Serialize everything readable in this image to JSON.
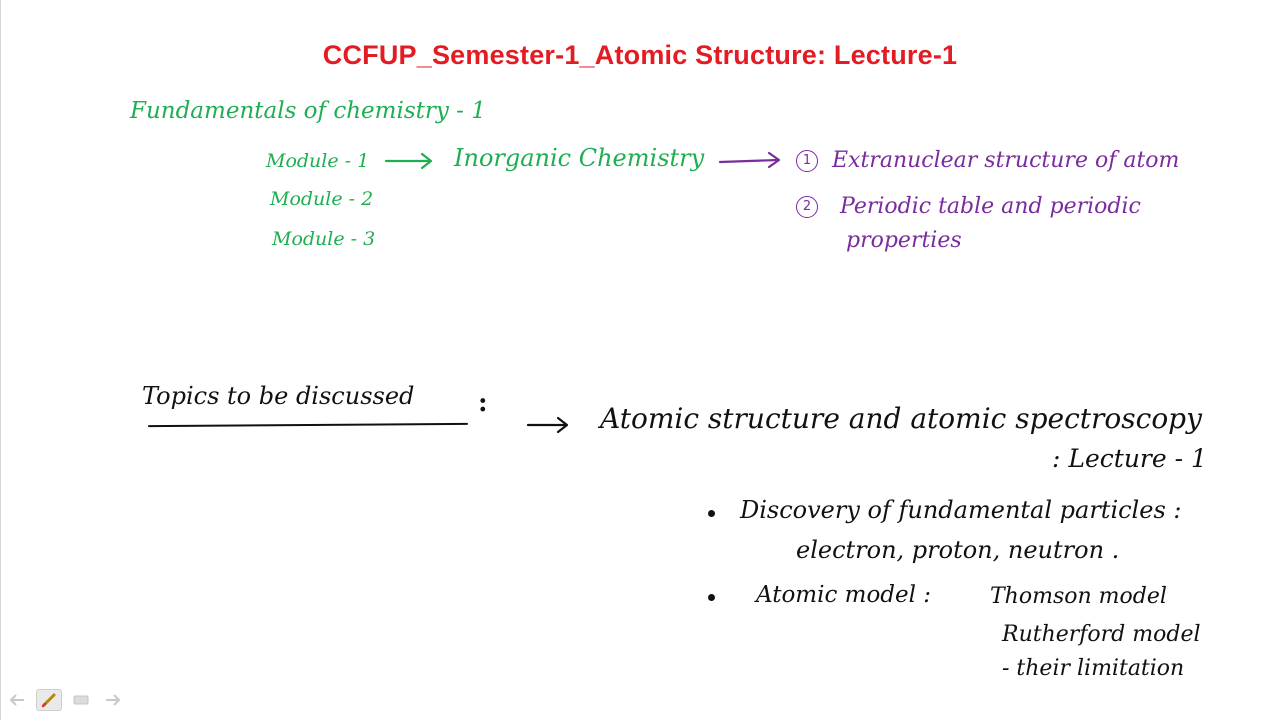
{
  "title": "CCFUP_Semester-1_Atomic Structure: Lecture-1",
  "top_section": {
    "heading": "Fundamentals of chemistry - 1",
    "modules": [
      "Module - 1",
      "Module - 2",
      "Module - 3"
    ],
    "module1_target": "Inorganic Chemistry",
    "items": [
      {
        "number": "1",
        "text": "Extranuclear structure of atom"
      },
      {
        "number": "2",
        "text": "Periodic table and periodic",
        "text_line2": "properties"
      }
    ]
  },
  "topics": {
    "label": "Topics to be discussed",
    "colon": ":",
    "main_topic": "Atomic structure and atomic spectroscopy",
    "lecture_tag": ": Lecture - 1",
    "bullets": [
      {
        "line1": "Discovery of fundamental particles :",
        "line2": "electron, proton, neutron ."
      },
      {
        "line1_prefix": "Atomic model :",
        "models": [
          "Thomson model",
          "Rutherford model",
          "- their limitation"
        ]
      }
    ]
  },
  "colors": {
    "title": "#e31b23",
    "green_ink": "#1fae52",
    "purple_ink": "#7a2c9e",
    "black_ink": "#111111"
  },
  "toolbar": {
    "icons": [
      "back-arrow-icon",
      "pen-icon",
      "eraser-icon",
      "forward-arrow-icon"
    ]
  }
}
